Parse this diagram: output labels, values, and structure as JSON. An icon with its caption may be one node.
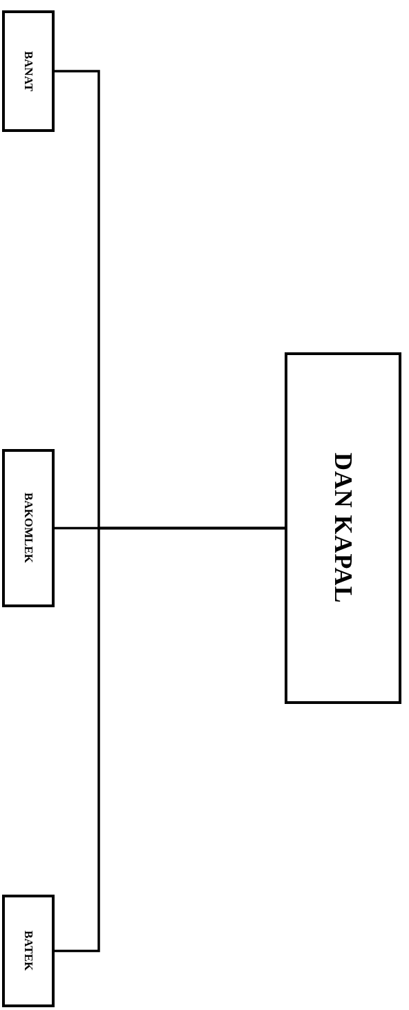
{
  "diagram": {
    "nodes": [
      {
        "text": [
          "DAN KAPAL"
        ]
      },
      {
        "text": [
          "BANAT"
        ]
      },
      {
        "text": [
          "BAKOMLEK"
        ]
      },
      {
        "text": [
          "BATEK"
        ]
      }
    ],
    "edges": [
      {
        "from": 0,
        "to": 1,
        "arrow": "none"
      },
      {
        "from": 0,
        "to": 2,
        "arrow": "none"
      },
      {
        "from": 0,
        "to": 3,
        "arrow": "none"
      }
    ]
  }
}
